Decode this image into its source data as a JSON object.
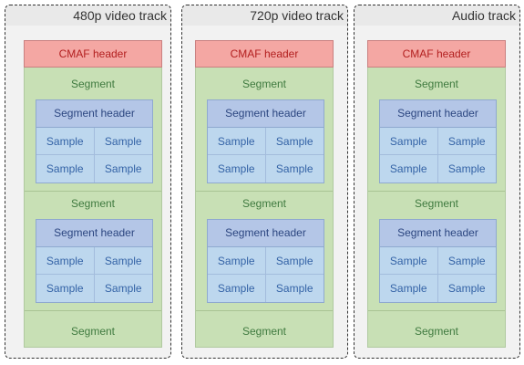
{
  "tracks": [
    {
      "title": "480p video track",
      "cmaf_header": "CMAF header",
      "segments": [
        {
          "label": "Segment",
          "header": "Segment header",
          "samples": [
            "Sample",
            "Sample",
            "Sample",
            "Sample"
          ]
        },
        {
          "label": "Segment",
          "header": "Segment header",
          "samples": [
            "Sample",
            "Sample",
            "Sample",
            "Sample"
          ]
        }
      ],
      "last_segment": "Segment"
    },
    {
      "title": "720p video track",
      "cmaf_header": "CMAF header",
      "segments": [
        {
          "label": "Segment",
          "header": "Segment header",
          "samples": [
            "Sample",
            "Sample",
            "Sample",
            "Sample"
          ]
        },
        {
          "label": "Segment",
          "header": "Segment header",
          "samples": [
            "Sample",
            "Sample",
            "Sample",
            "Sample"
          ]
        }
      ],
      "last_segment": "Segment"
    },
    {
      "title": "Audio track",
      "cmaf_header": "CMAF header",
      "segments": [
        {
          "label": "Segment",
          "header": "Segment header",
          "samples": [
            "Sample",
            "Sample",
            "Sample",
            "Sample"
          ]
        },
        {
          "label": "Segment",
          "header": "Segment header",
          "samples": [
            "Sample",
            "Sample",
            "Sample",
            "Sample"
          ]
        }
      ],
      "last_segment": "Segment"
    }
  ],
  "colors": {
    "cmaf_header": "#f4a7a3",
    "segment": "#c8e0b5",
    "segment_header": "#b4c6e7",
    "sample": "#bdd7ee"
  }
}
